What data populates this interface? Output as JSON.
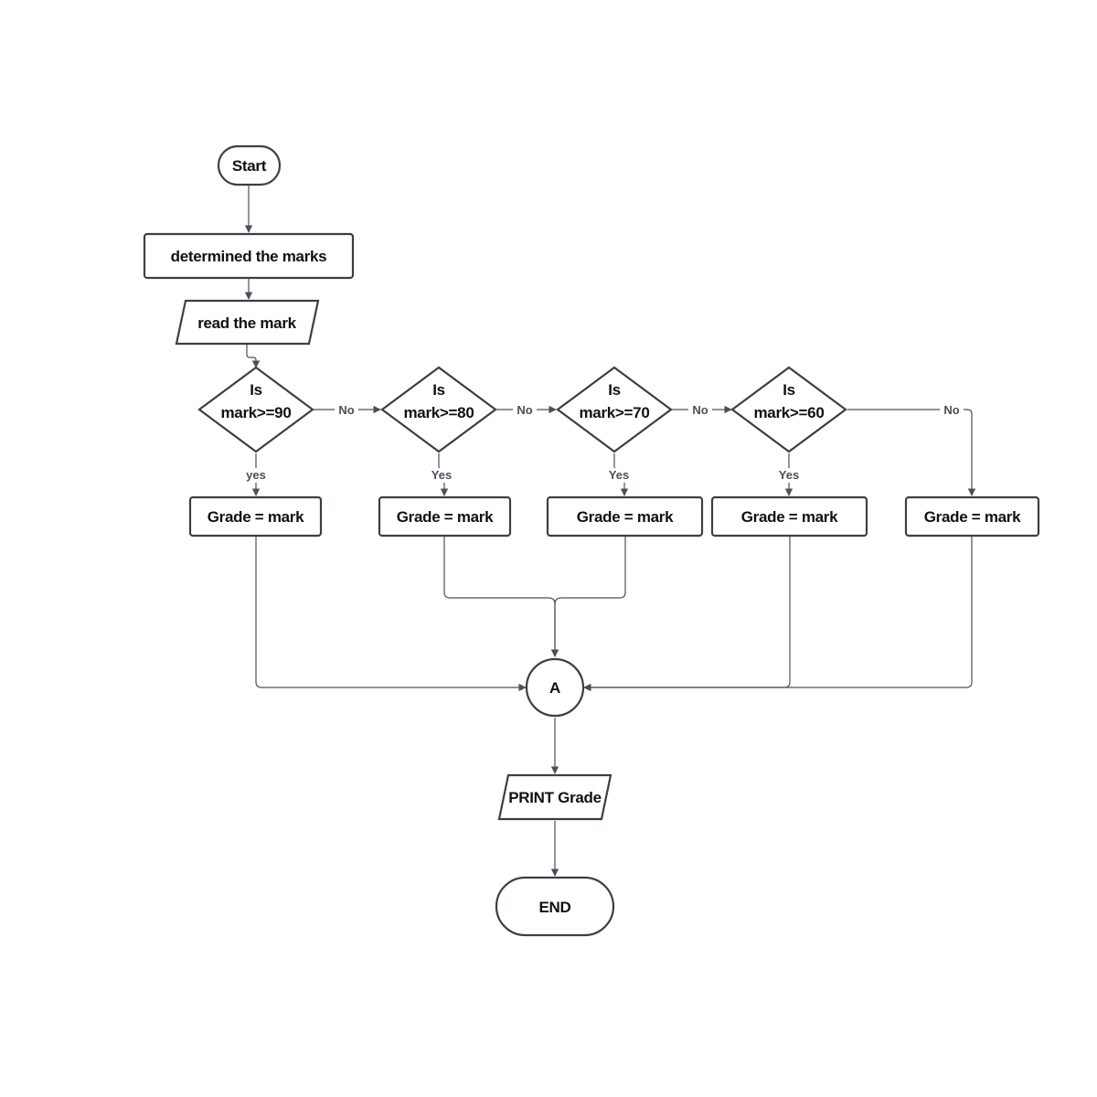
{
  "flowchart": {
    "start": "Start",
    "determine": "determined the marks",
    "read": "read the mark",
    "decision_90": {
      "line1": "Is",
      "line2": "mark>=90"
    },
    "decision_80": {
      "line1": "Is",
      "line2": "mark>=80"
    },
    "decision_70": {
      "line1": "Is",
      "line2": "mark>=70"
    },
    "decision_60": {
      "line1": "Is",
      "line2": "mark>=60"
    },
    "grade_1": "Grade = mark",
    "grade_2": "Grade = mark",
    "grade_3": "Grade = mark",
    "grade_4": "Grade = mark",
    "grade_5": "Grade = mark",
    "connector": "A",
    "print": "PRINT Grade",
    "end": "END"
  },
  "edge_labels": {
    "no_90": "No",
    "no_80": "No",
    "no_70": "No",
    "no_60": "No",
    "yes_90": "yes",
    "yes_80": "Yes",
    "yes_70": "Yes",
    "yes_60": "Yes"
  },
  "colors": {
    "stroke": "#3a3f47",
    "edge": "#4a5059",
    "text": "#111111"
  }
}
